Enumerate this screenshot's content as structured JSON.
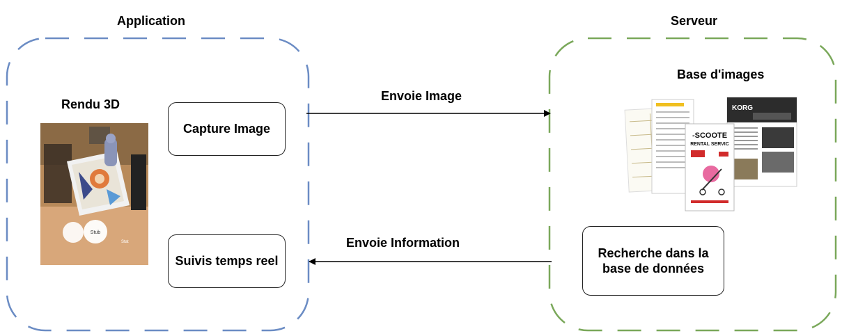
{
  "titles": {
    "application": "Application",
    "serveur": "Serveur",
    "rendu_3d": "Rendu 3D",
    "base_images": "Base d'images"
  },
  "nodes": {
    "capture": "Capture Image",
    "suivis": "Suivis temps reel",
    "recherche": "Recherche dans la base de données"
  },
  "edges": {
    "envoie_image": "Envoie Image",
    "envoie_information": "Envoie Information"
  },
  "colors": {
    "application_border": "#6b8cc4",
    "serveur_border": "#7aa85a",
    "arrow": "#000000"
  },
  "images": {
    "rendu_3d_photo": "photo-ar-render",
    "base_images_collage": "document-collage"
  }
}
